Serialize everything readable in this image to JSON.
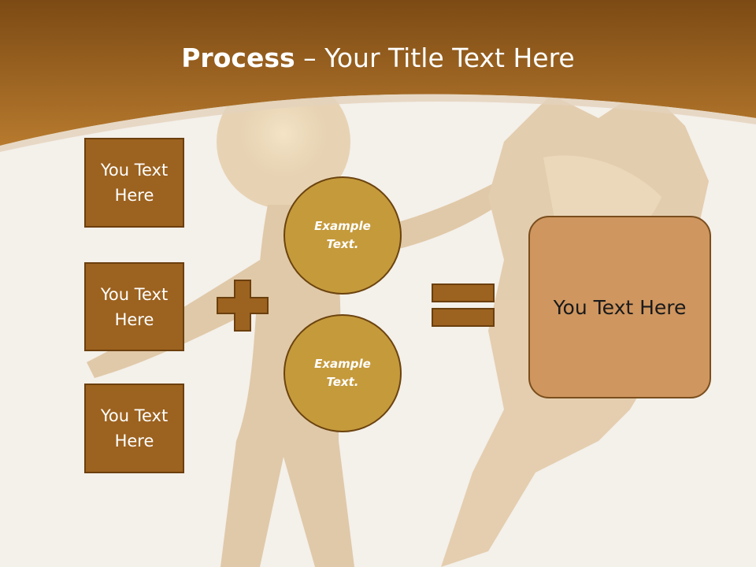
{
  "title": {
    "bold": "Process",
    "rest": " – Your Title Text Here"
  },
  "left_boxes": [
    {
      "label": "You Text Here"
    },
    {
      "label": "You Text Here"
    },
    {
      "label": "You Text Here"
    }
  ],
  "circles": [
    {
      "label": "Example Text."
    },
    {
      "label": "Example Text."
    }
  ],
  "result": {
    "label": "You Text Here"
  },
  "colors": {
    "header": "#a66a24",
    "box": "#9c621f",
    "circle": "#c59a3b",
    "result": "#cf965f",
    "operator": "#9c621f"
  }
}
